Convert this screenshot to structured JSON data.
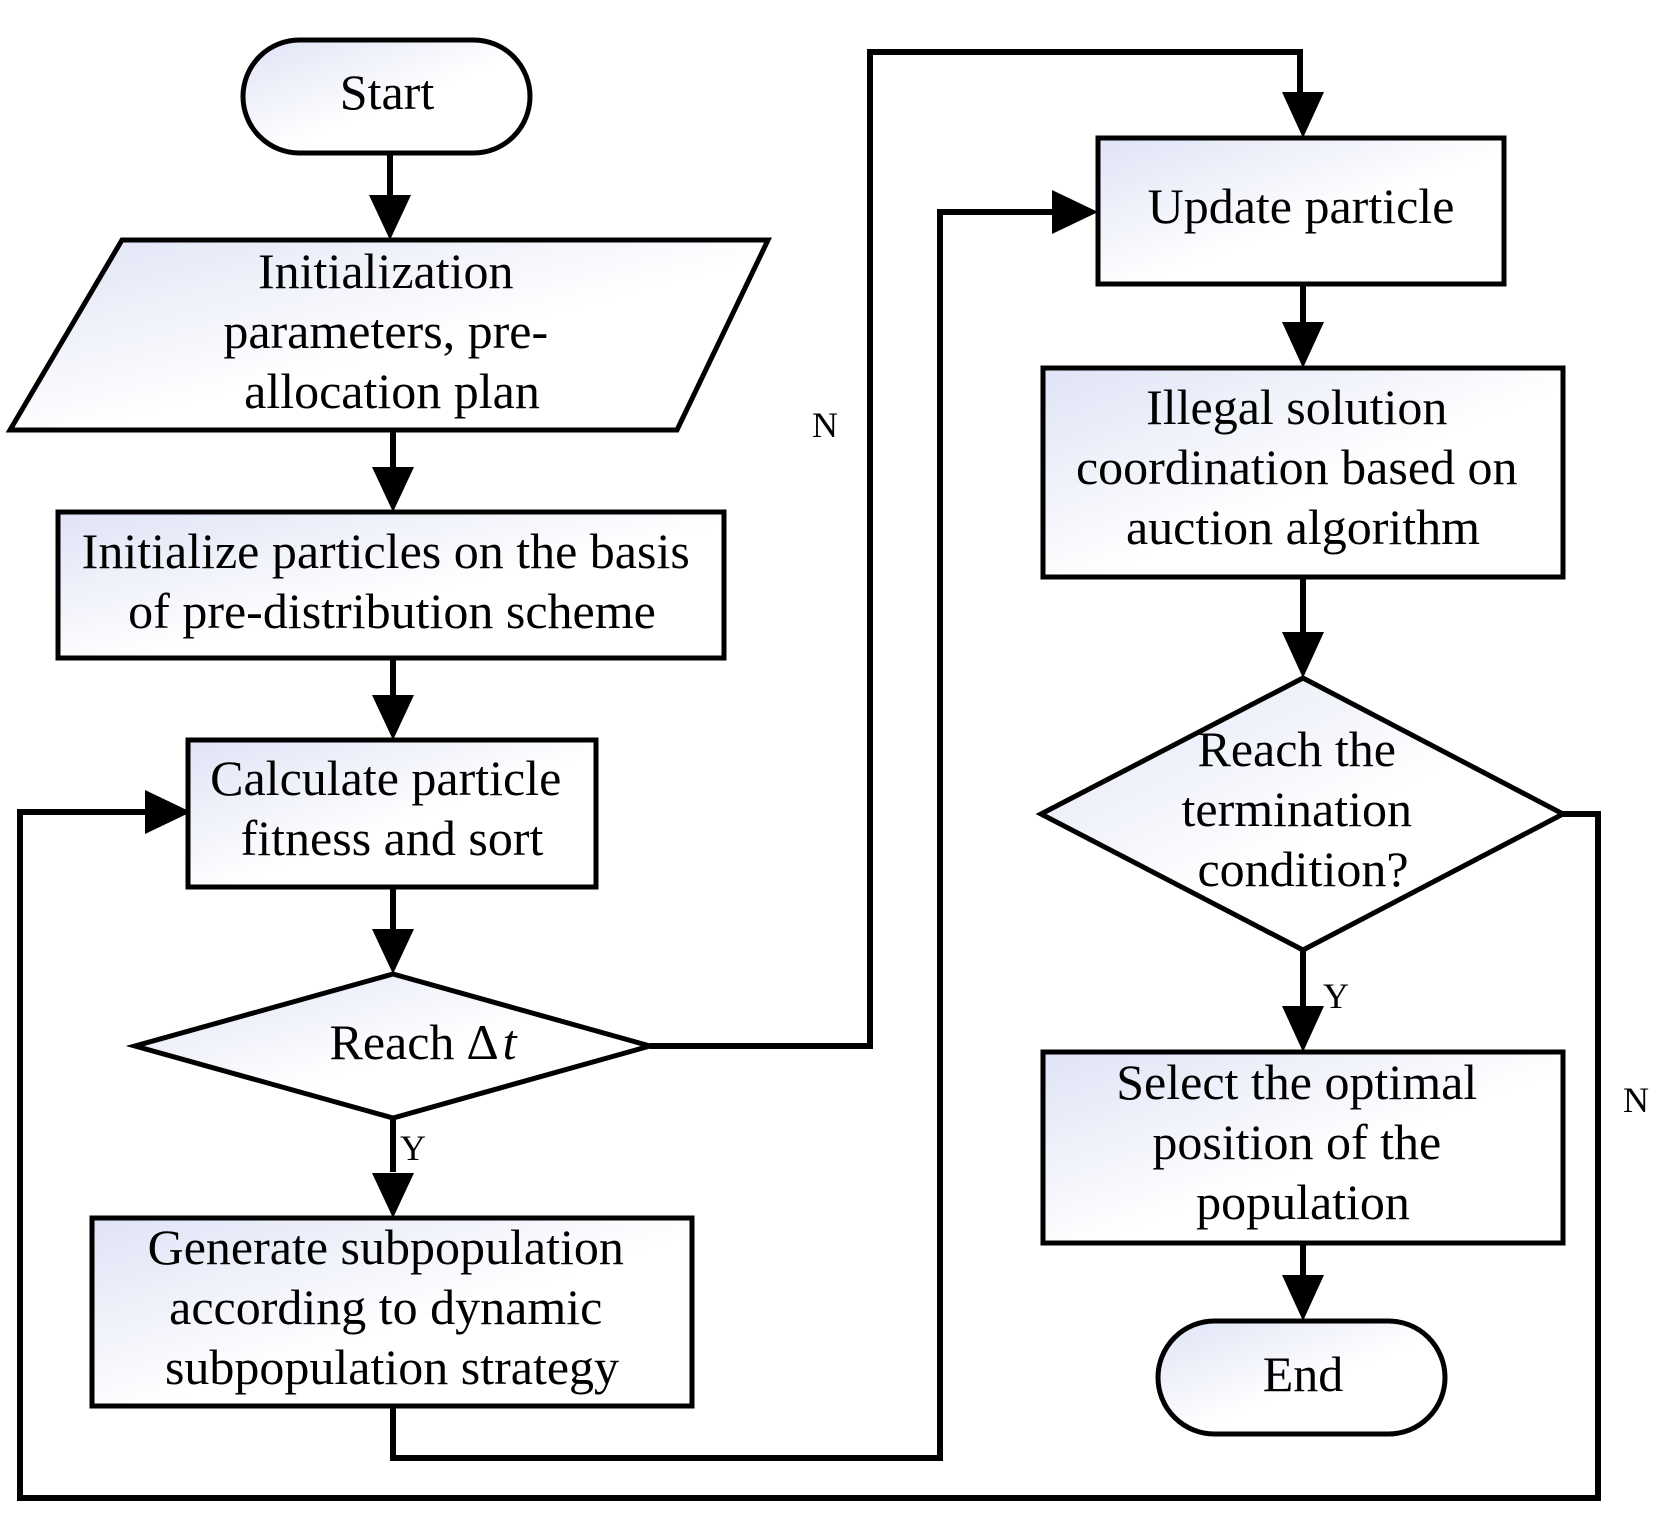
{
  "nodes": {
    "start": {
      "lines": [
        "Start"
      ]
    },
    "init_params": {
      "lines": [
        "Initialization",
        "parameters, pre-",
        "allocation plan"
      ]
    },
    "init_particles": {
      "lines": [
        "Initialize particles on the basis",
        "of pre-distribution scheme"
      ]
    },
    "calc_fitness": {
      "lines": [
        "Calculate particle",
        "fitness and sort"
      ]
    },
    "reach_dt": {
      "text": "Reach",
      "delta": "Δ",
      "var": "t"
    },
    "gen_subpop": {
      "lines": [
        "Generate subpopulation",
        "according to dynamic",
        "subpopulation strategy"
      ]
    },
    "update_particle": {
      "lines": [
        "Update particle"
      ]
    },
    "illegal_solution": {
      "lines": [
        "Illegal solution",
        "coordination based on",
        "auction algorithm"
      ]
    },
    "termination": {
      "lines": [
        "Reach the",
        "termination",
        "condition?"
      ]
    },
    "select_optimal": {
      "lines": [
        "Select the optimal",
        "position of the",
        "population"
      ]
    },
    "end": {
      "lines": [
        "End"
      ]
    }
  },
  "edge_labels": {
    "reach_dt_yes": "Y",
    "reach_dt_no": "N",
    "termination_yes": "Y",
    "termination_no": "N"
  },
  "colors": {
    "stroke": "#000000",
    "fill_light": "#ffffff",
    "fill_dark": "#dfe3f5"
  }
}
